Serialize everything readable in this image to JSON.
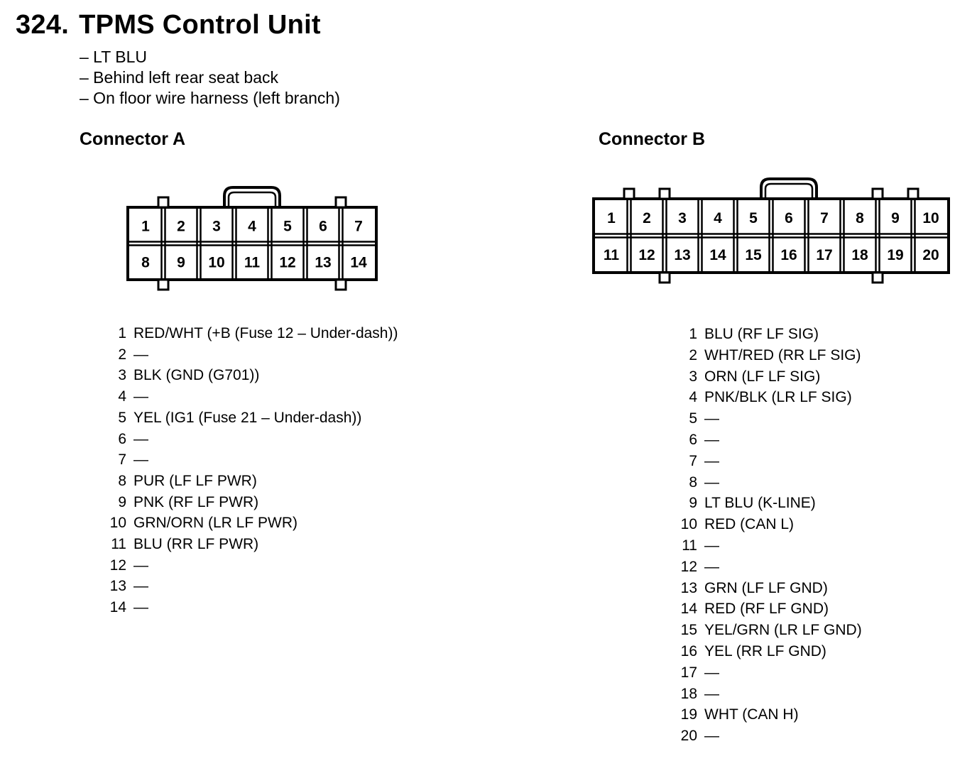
{
  "header": {
    "number": "324.",
    "title": "TPMS Control Unit"
  },
  "notes": [
    "– LT BLU",
    "– Behind left rear seat back",
    "– On floor wire harness (left branch)"
  ],
  "connectorA": {
    "title": "Connector A",
    "pins_top": [
      "1",
      "2",
      "3",
      "4",
      "5",
      "6",
      "7"
    ],
    "pins_bottom": [
      "8",
      "9",
      "10",
      "11",
      "12",
      "13",
      "14"
    ],
    "pinout": [
      {
        "pin": "1",
        "desc": "RED/WHT (+B (Fuse 12 – Under-dash))"
      },
      {
        "pin": "2",
        "desc": "—"
      },
      {
        "pin": "3",
        "desc": "BLK (GND (G701))"
      },
      {
        "pin": "4",
        "desc": "—"
      },
      {
        "pin": "5",
        "desc": "YEL (IG1 (Fuse 21 – Under-dash))"
      },
      {
        "pin": "6",
        "desc": "—"
      },
      {
        "pin": "7",
        "desc": "—"
      },
      {
        "pin": "8",
        "desc": "PUR (LF LF PWR)"
      },
      {
        "pin": "9",
        "desc": "PNK (RF LF PWR)"
      },
      {
        "pin": "10",
        "desc": "GRN/ORN (LR LF PWR)"
      },
      {
        "pin": "11",
        "desc": "BLU (RR LF PWR)"
      },
      {
        "pin": "12",
        "desc": "—"
      },
      {
        "pin": "13",
        "desc": "—"
      },
      {
        "pin": "14",
        "desc": "—"
      }
    ]
  },
  "connectorB": {
    "title": "Connector B",
    "pins_top": [
      "1",
      "2",
      "3",
      "4",
      "5",
      "6",
      "7",
      "8",
      "9",
      "10"
    ],
    "pins_bottom": [
      "11",
      "12",
      "13",
      "14",
      "15",
      "16",
      "17",
      "18",
      "19",
      "20"
    ],
    "pinout": [
      {
        "pin": "1",
        "desc": "BLU (RF LF SIG)"
      },
      {
        "pin": "2",
        "desc": "WHT/RED (RR LF SIG)"
      },
      {
        "pin": "3",
        "desc": "ORN (LF LF SIG)"
      },
      {
        "pin": "4",
        "desc": "PNK/BLK (LR LF SIG)"
      },
      {
        "pin": "5",
        "desc": "—"
      },
      {
        "pin": "6",
        "desc": "—"
      },
      {
        "pin": "7",
        "desc": "—"
      },
      {
        "pin": "8",
        "desc": "—"
      },
      {
        "pin": "9",
        "desc": "LT BLU (K-LINE)"
      },
      {
        "pin": "10",
        "desc": "RED (CAN L)"
      },
      {
        "pin": "11",
        "desc": "—"
      },
      {
        "pin": "12",
        "desc": "—"
      },
      {
        "pin": "13",
        "desc": "GRN (LF LF GND)"
      },
      {
        "pin": "14",
        "desc": "RED (RF LF GND)"
      },
      {
        "pin": "15",
        "desc": "YEL/GRN (LR LF GND)"
      },
      {
        "pin": "16",
        "desc": "YEL (RR LF GND)"
      },
      {
        "pin": "17",
        "desc": "—"
      },
      {
        "pin": "18",
        "desc": "—"
      },
      {
        "pin": "19",
        "desc": "WHT (CAN H)"
      },
      {
        "pin": "20",
        "desc": "—"
      }
    ]
  }
}
